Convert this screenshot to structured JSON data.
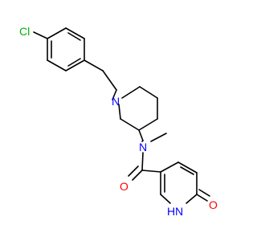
{
  "molecule": {
    "atom_labels": {
      "chlorine": "Cl",
      "piperidine_nitrogen": "N",
      "amide_nitrogen": "N",
      "carbonyl_oxygen": "O",
      "ring_nitrogen": "N",
      "ring_nh_hydrogen": "H",
      "keto_oxygen": "O"
    },
    "colors": {
      "bond": "#000000",
      "carbon": "#000000",
      "nitrogen": "#0000ff",
      "oxygen": "#ff0000",
      "chlorine": "#00b300"
    }
  }
}
